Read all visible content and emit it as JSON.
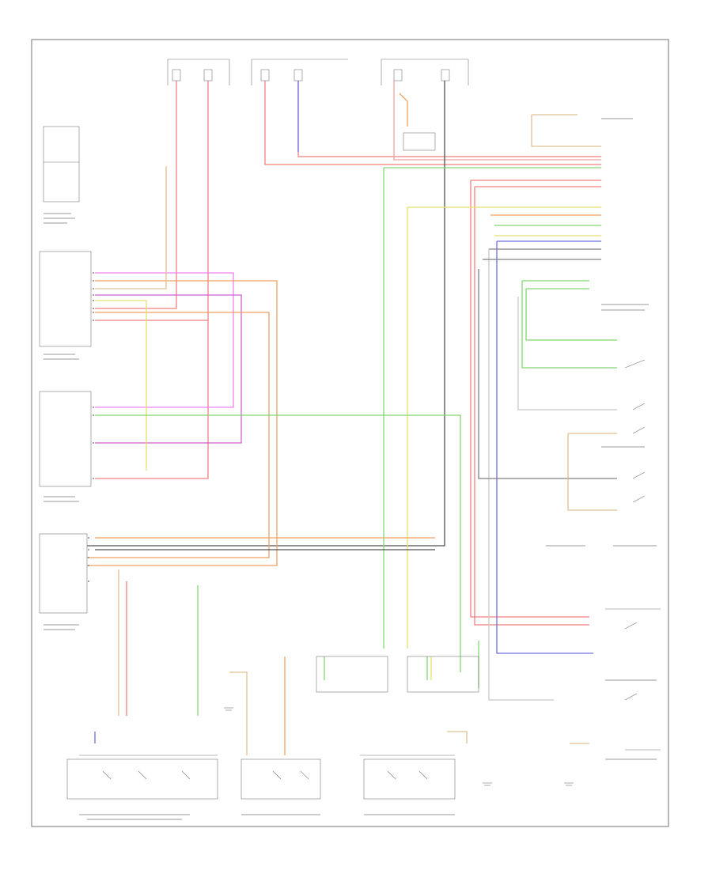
{
  "figure_id": "",
  "palette": {
    "red": "#f08080",
    "pink_red": "#f2a0a0",
    "orange": "#f0a060",
    "tan": "#e0c090",
    "yellow": "#e8e070",
    "green": "#80d870",
    "light_green": "#a8e890",
    "blue": "#7070e0",
    "purple": "#d060d0",
    "magenta": "#f080f0",
    "grey": "#808080",
    "dark_grey": "#505050",
    "black": "#202020",
    "frame": "#8a8a8a"
  },
  "connectors_left": [
    "",
    "",
    "",
    "",
    "",
    "",
    "",
    "",
    "",
    ""
  ],
  "components": [
    {
      "id": "main-switch",
      "name": ""
    },
    {
      "id": "module-1",
      "name": ""
    },
    {
      "id": "module-2",
      "name": ""
    },
    {
      "id": "module-3",
      "name": ""
    },
    {
      "id": "switch-pack-1",
      "name": ""
    },
    {
      "id": "switch-pack-2",
      "name": ""
    },
    {
      "id": "switch-pack-3",
      "name": ""
    }
  ]
}
